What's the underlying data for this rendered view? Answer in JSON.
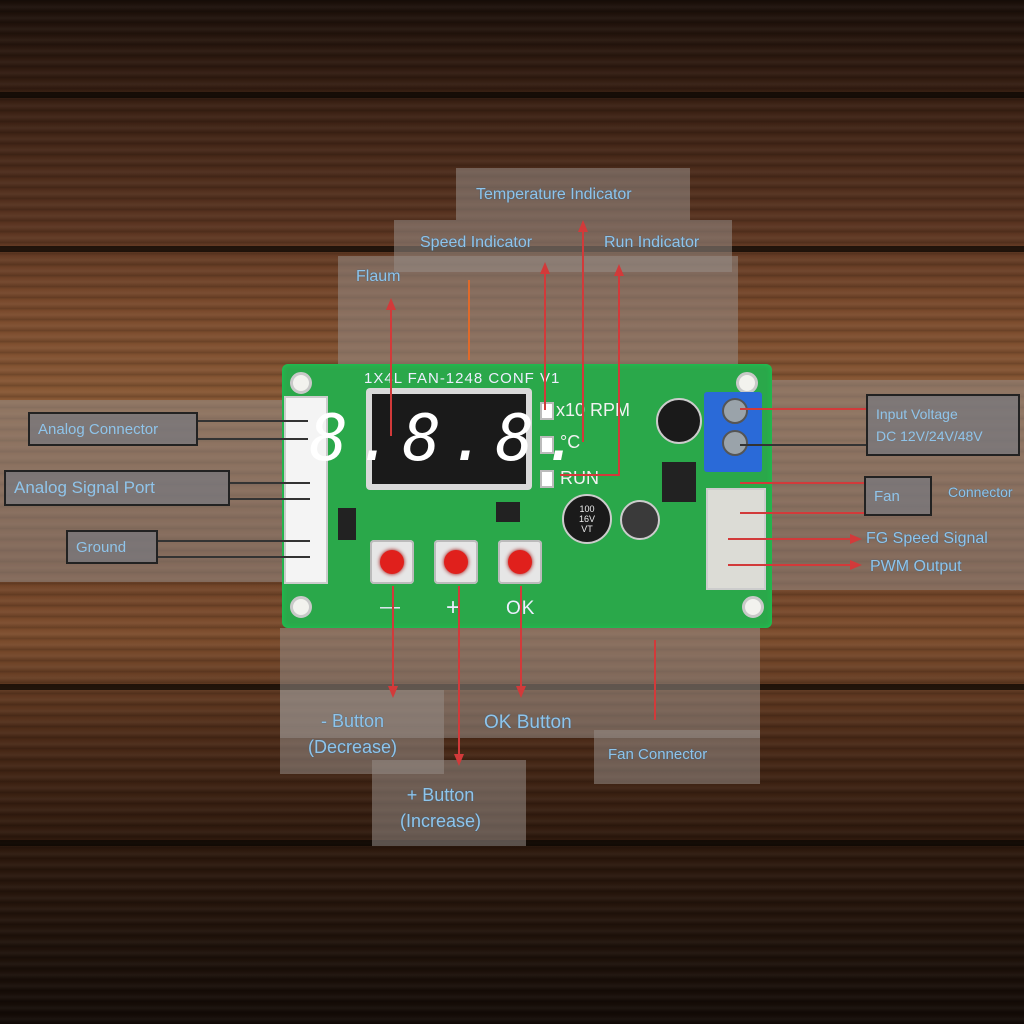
{
  "board": {
    "silkscreen": "1X4L FAN-1248 CONF V1",
    "display_value": "8.8.8.",
    "indicators": {
      "rpm": "x10 RPM",
      "temp": "°C",
      "run": "RUN"
    },
    "button_signs": {
      "minus": "—",
      "plus": "+",
      "ok": "OK"
    },
    "cap_100": "100\n16V\nVT"
  },
  "callouts": {
    "temperature_indicator": "Temperature Indicator",
    "speed_indicator": "Speed Indicator",
    "run_indicator": "Run Indicator",
    "display": "Flaum",
    "analog_connector": "Analog Connector",
    "analog_signal": "Analog Signal Port",
    "ground": "Ground",
    "input_voltage": "Input Voltage\nDC 12V/24V/48V",
    "fan": "Fan",
    "fan_connector": "Connector",
    "speed_signal": "FG Speed Signal",
    "pwm_output": "PWM Output",
    "minus_button": "- Button\n(Decrease)",
    "plus_button": "+ Button\n(Increase)",
    "ok_button": "OK Button",
    "fan_connector_bottom": "Fan Connector"
  }
}
